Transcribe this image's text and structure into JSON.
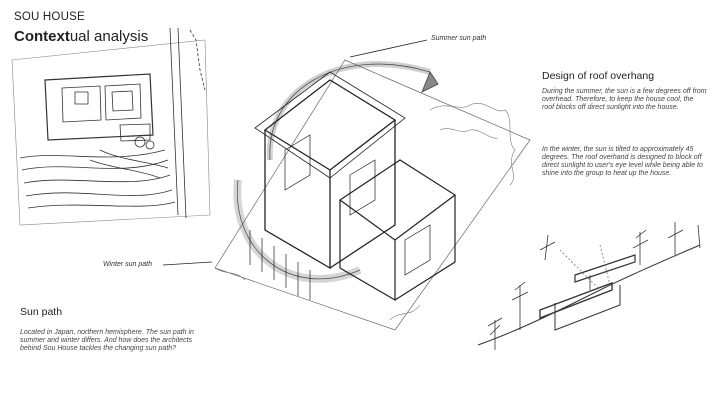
{
  "header": {
    "project_name": "SOU HOUSE",
    "title_bold": "Context",
    "title_rest": "ual analysis"
  },
  "callouts": {
    "summer": "Summer sun path",
    "winter": "Winter sun path"
  },
  "roof_overhang": {
    "title": "Design of roof overhang",
    "paragraph_summer": "During the summer, the sun is a few degrees off from overhead. Therefore, to keep the house cool, the roof blocks off direct sunlight into the house.",
    "paragraph_winter": "In the winter, the sun is tilted to approximately 45 degrees. The roof overhand is designed to block off direct sunlight to user's eye level while being able to shine into the group to heat up the house."
  },
  "sun_path": {
    "title": "Sun path",
    "paragraph": "Located in Japan, northern hemisphere. The sun path in summer and winter differs. And how does the architects behind Sou House tackles the changing sun path?"
  }
}
